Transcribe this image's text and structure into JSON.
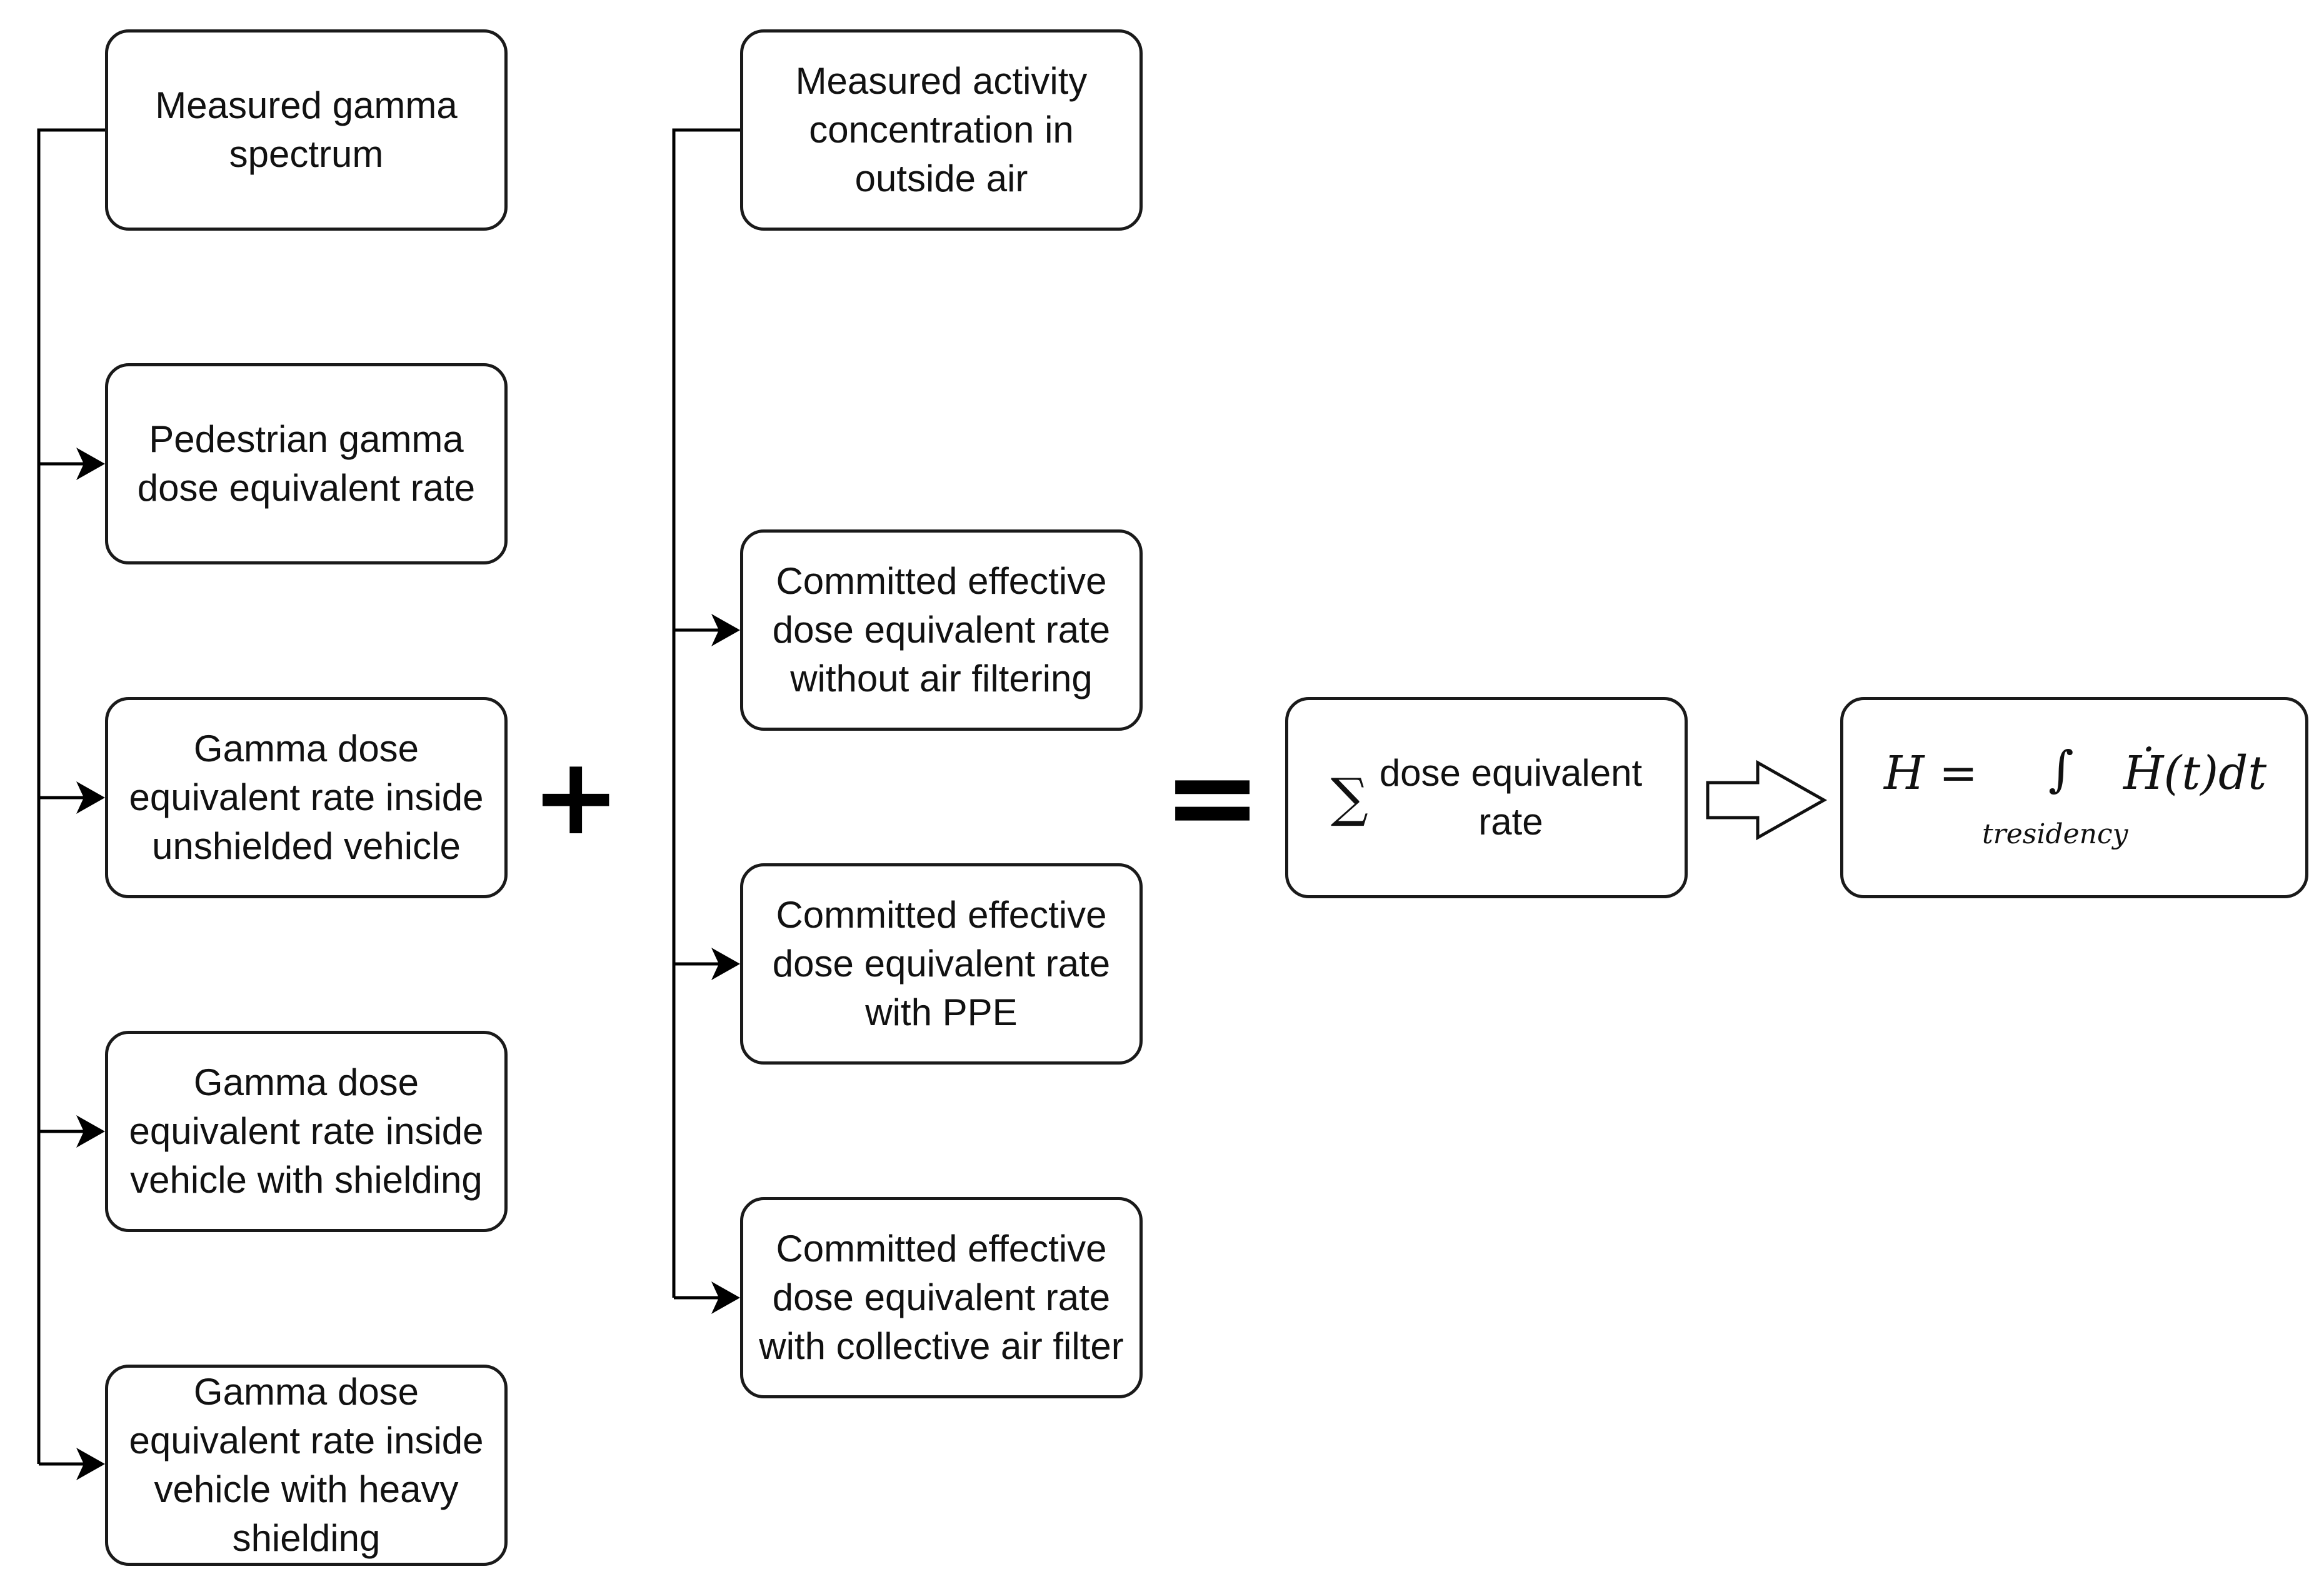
{
  "left_column": [
    "Measured gamma\nspectrum",
    "Pedestrian gamma\ndose equivalent rate",
    "Gamma dose\nequivalent rate inside\nunshielded vehicle",
    "Gamma dose\nequivalent rate inside\nvehicle with shielding",
    "Gamma dose\nequivalent rate inside\nvehicle with heavy\nshielding"
  ],
  "middle_column": [
    "Measured activity\nconcentration in\noutside air",
    "Committed effective\ndose equivalent rate\nwithout air filtering",
    "Committed effective\ndose equivalent rate\nwith PPE",
    "Committed effective\ndose equivalent rate\nwith collective air filter"
  ],
  "operators": {
    "plus": "+",
    "equals": "="
  },
  "sum_box": {
    "symbol": "∑",
    "text": "dose equivalent\nrate"
  },
  "formula": {
    "lhs": "H =",
    "integral": "∫",
    "integrand": "Ḣ(t)dt",
    "subscript": "tresidency"
  }
}
